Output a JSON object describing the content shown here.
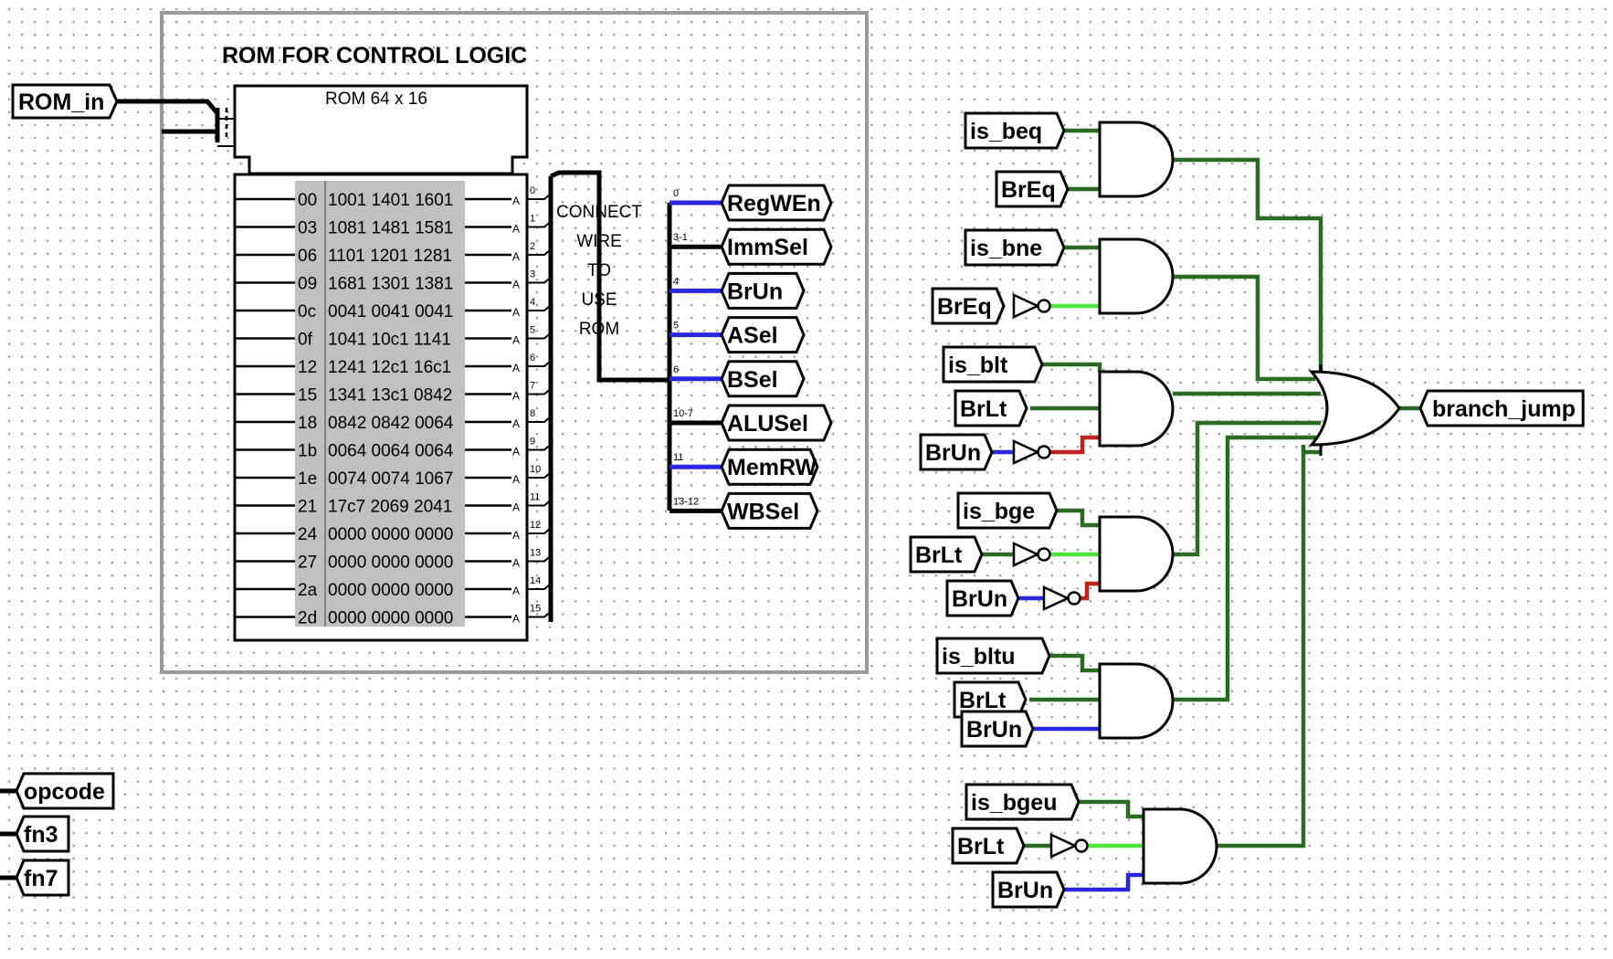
{
  "title": "ROM FOR CONTROL LOGIC",
  "rom": {
    "name": "ROM 64 x 16",
    "addr_label": "A",
    "addr_range": {
      "low": "0",
      "high": "63"
    },
    "splitter_bits": {
      "low": "0",
      "high": "5"
    },
    "rows": [
      {
        "addr": "00",
        "data": "1001 1401 1601"
      },
      {
        "addr": "03",
        "data": "1081 1481 1581"
      },
      {
        "addr": "06",
        "data": "1101 1201 1281"
      },
      {
        "addr": "09",
        "data": "1681 1301 1381"
      },
      {
        "addr": "0c",
        "data": "0041 0041 0041"
      },
      {
        "addr": "0f",
        "data": "1041 10c1 1141"
      },
      {
        "addr": "12",
        "data": "1241 12c1 16c1"
      },
      {
        "addr": "15",
        "data": "1341 13c1 0842"
      },
      {
        "addr": "18",
        "data": "0842 0842 0064"
      },
      {
        "addr": "1b",
        "data": "0064 0064 0064"
      },
      {
        "addr": "1e",
        "data": "0074 0074 1067"
      },
      {
        "addr": "21",
        "data": "17c7 2069 2041"
      },
      {
        "addr": "24",
        "data": "0000 0000 0000"
      },
      {
        "addr": "27",
        "data": "0000 0000 0000"
      },
      {
        "addr": "2a",
        "data": "0000 0000 0000"
      },
      {
        "addr": "2d",
        "data": "0000 0000 0000"
      }
    ],
    "out_port_label": "A",
    "bit_labels": [
      "0",
      "1",
      "2",
      "3",
      "4",
      "5",
      "6",
      "7",
      "8",
      "9",
      "10",
      "11",
      "12",
      "13",
      "14",
      "15"
    ]
  },
  "note_lines": [
    "CONNECT",
    "WIRE",
    "TO",
    "USE",
    "ROM"
  ],
  "inputs": {
    "rom_in": "ROM_in",
    "opcode": "opcode",
    "fn3": "fn3",
    "fn7": "fn7"
  },
  "control_outputs": [
    {
      "bits": "0",
      "label": "RegWEn",
      "color": "#2727e0"
    },
    {
      "bits": "3-1",
      "label": "ImmSel",
      "color": "#000000"
    },
    {
      "bits": "4",
      "label": "BrUn",
      "color": "#2727e0"
    },
    {
      "bits": "5",
      "label": "ASel",
      "color": "#2727e0"
    },
    {
      "bits": "6",
      "label": "BSel",
      "color": "#2727e0"
    },
    {
      "bits": "10-7",
      "label": "ALUSel",
      "color": "#000000"
    },
    {
      "bits": "11",
      "label": "MemRW",
      "color": "#2727e0"
    },
    {
      "bits": "13-12",
      "label": "WBSel",
      "color": "#000000"
    }
  ],
  "branch_logic": {
    "and_blocks": [
      {
        "pins": [
          "is_beq",
          "BrEq"
        ]
      },
      {
        "pins": [
          "is_bne",
          "BrEq"
        ]
      },
      {
        "pins": [
          "is_blt",
          "BrLt",
          "BrUn"
        ]
      },
      {
        "pins": [
          "is_bge",
          "BrLt",
          "BrUn"
        ]
      },
      {
        "pins": [
          "is_bltu",
          "BrLt",
          "BrUn"
        ]
      },
      {
        "pins": [
          "is_bgeu",
          "BrLt",
          "BrUn"
        ]
      }
    ],
    "output": "branch_jump"
  },
  "colors": {
    "wire_green": "#2a6b22",
    "wire_light_green": "#4ee63c",
    "wire_blue": "#2727e0",
    "wire_red": "#c0211b",
    "rom_fill": "#c0c0c0",
    "frame": "#9a9a9a"
  }
}
